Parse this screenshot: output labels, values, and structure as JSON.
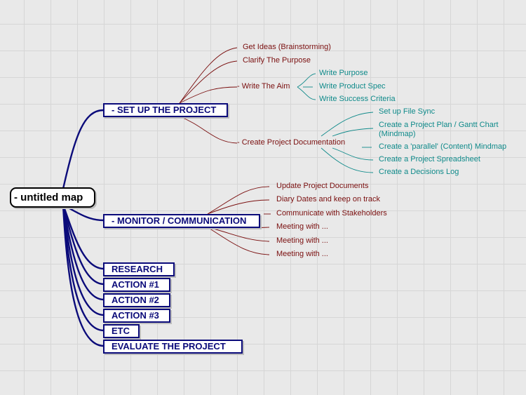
{
  "root": {
    "label": "- untitled map"
  },
  "main_topics": {
    "setup": "- SET UP THE PROJECT",
    "monitor": "- MONITOR / COMMUNICATION",
    "research": "RESEARCH",
    "action1": "ACTION #1",
    "action2": "ACTION #2",
    "action3": "ACTION #3",
    "etc": "ETC",
    "evaluate": "EVALUATE THE PROJECT"
  },
  "setup_children": {
    "get_ideas": "Get Ideas (Brainstorming)",
    "clarify": "Clarify The Purpose",
    "write_aim": "- Write The Aim",
    "create_docs": "- Create Project Documentation"
  },
  "aim_children": {
    "purpose": "Write Purpose",
    "spec": "Write Product Spec",
    "criteria": "Write Success Criteria"
  },
  "docs_children": {
    "file_sync": "Set up File Sync",
    "plan": "Create a Project Plan / Gantt Chart (Mindmap)",
    "parallel": "Create a 'parallel' (Content) Mindmap",
    "spreadsheet": "Create a Project Spreadsheet",
    "decisions": "Create a Decisions Log"
  },
  "monitor_children": {
    "update": "Update Project Documents",
    "diary": "Diary Dates and keep on track",
    "communicate": "Communicate with Stakeholders",
    "meeting1": "Meeting with ...",
    "meeting2": "Meeting with ...",
    "meeting3": "Meeting with ..."
  },
  "colors": {
    "root_border": "#000000",
    "main_topic": "#0b0b7a",
    "subtopic": "#7a0f0f",
    "leaf": "#0f8a8a",
    "grid": "#d6d6d6",
    "background": "#e9e9e9"
  }
}
